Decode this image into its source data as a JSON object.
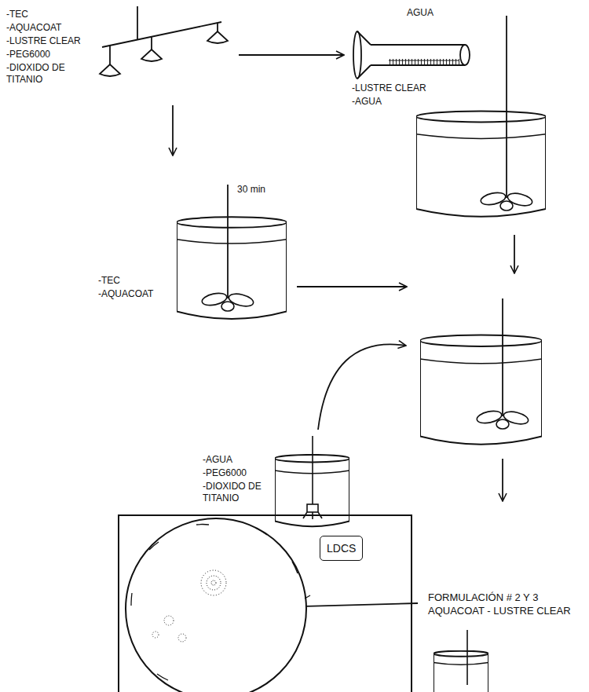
{
  "diagram": {
    "nodes": [
      {
        "text": [
          "-TEC",
          "-AQUACOAT",
          "-LUSTRE CLEAR",
          "-PEG6000",
          "-DIOXIDO DE TITANIO"
        ]
      },
      {
        "text": [
          "AGUA",
          "-LUSTRE CLEAR",
          "-AGUA"
        ]
      },
      {
        "text": [
          "30 min",
          "-TEC",
          "-AQUACOAT"
        ]
      },
      {
        "text": []
      },
      {
        "text": [
          "-AGUA",
          "-PEG6000",
          "-DIOXIDO DE TITANIO"
        ]
      },
      {
        "text": [
          "LDCS"
        ]
      },
      {
        "text": [
          "FORMULACIÓN # 2 Y 3 AQUACOAT - LUSTRE CLEAR"
        ]
      }
    ],
    "edges": [
      {
        "from": 0,
        "to": 1,
        "arrow": "to"
      },
      {
        "from": 0,
        "to": 2,
        "arrow": "to"
      },
      {
        "from": 1,
        "to": 3,
        "arrow": "to"
      },
      {
        "from": 2,
        "to": 3,
        "arrow": "to"
      },
      {
        "from": 4,
        "to": 3,
        "arrow": "to"
      },
      {
        "from": 3,
        "to": 6,
        "arrow": "to"
      },
      {
        "from": 6,
        "to": 5,
        "arrow": "none"
      }
    ]
  }
}
